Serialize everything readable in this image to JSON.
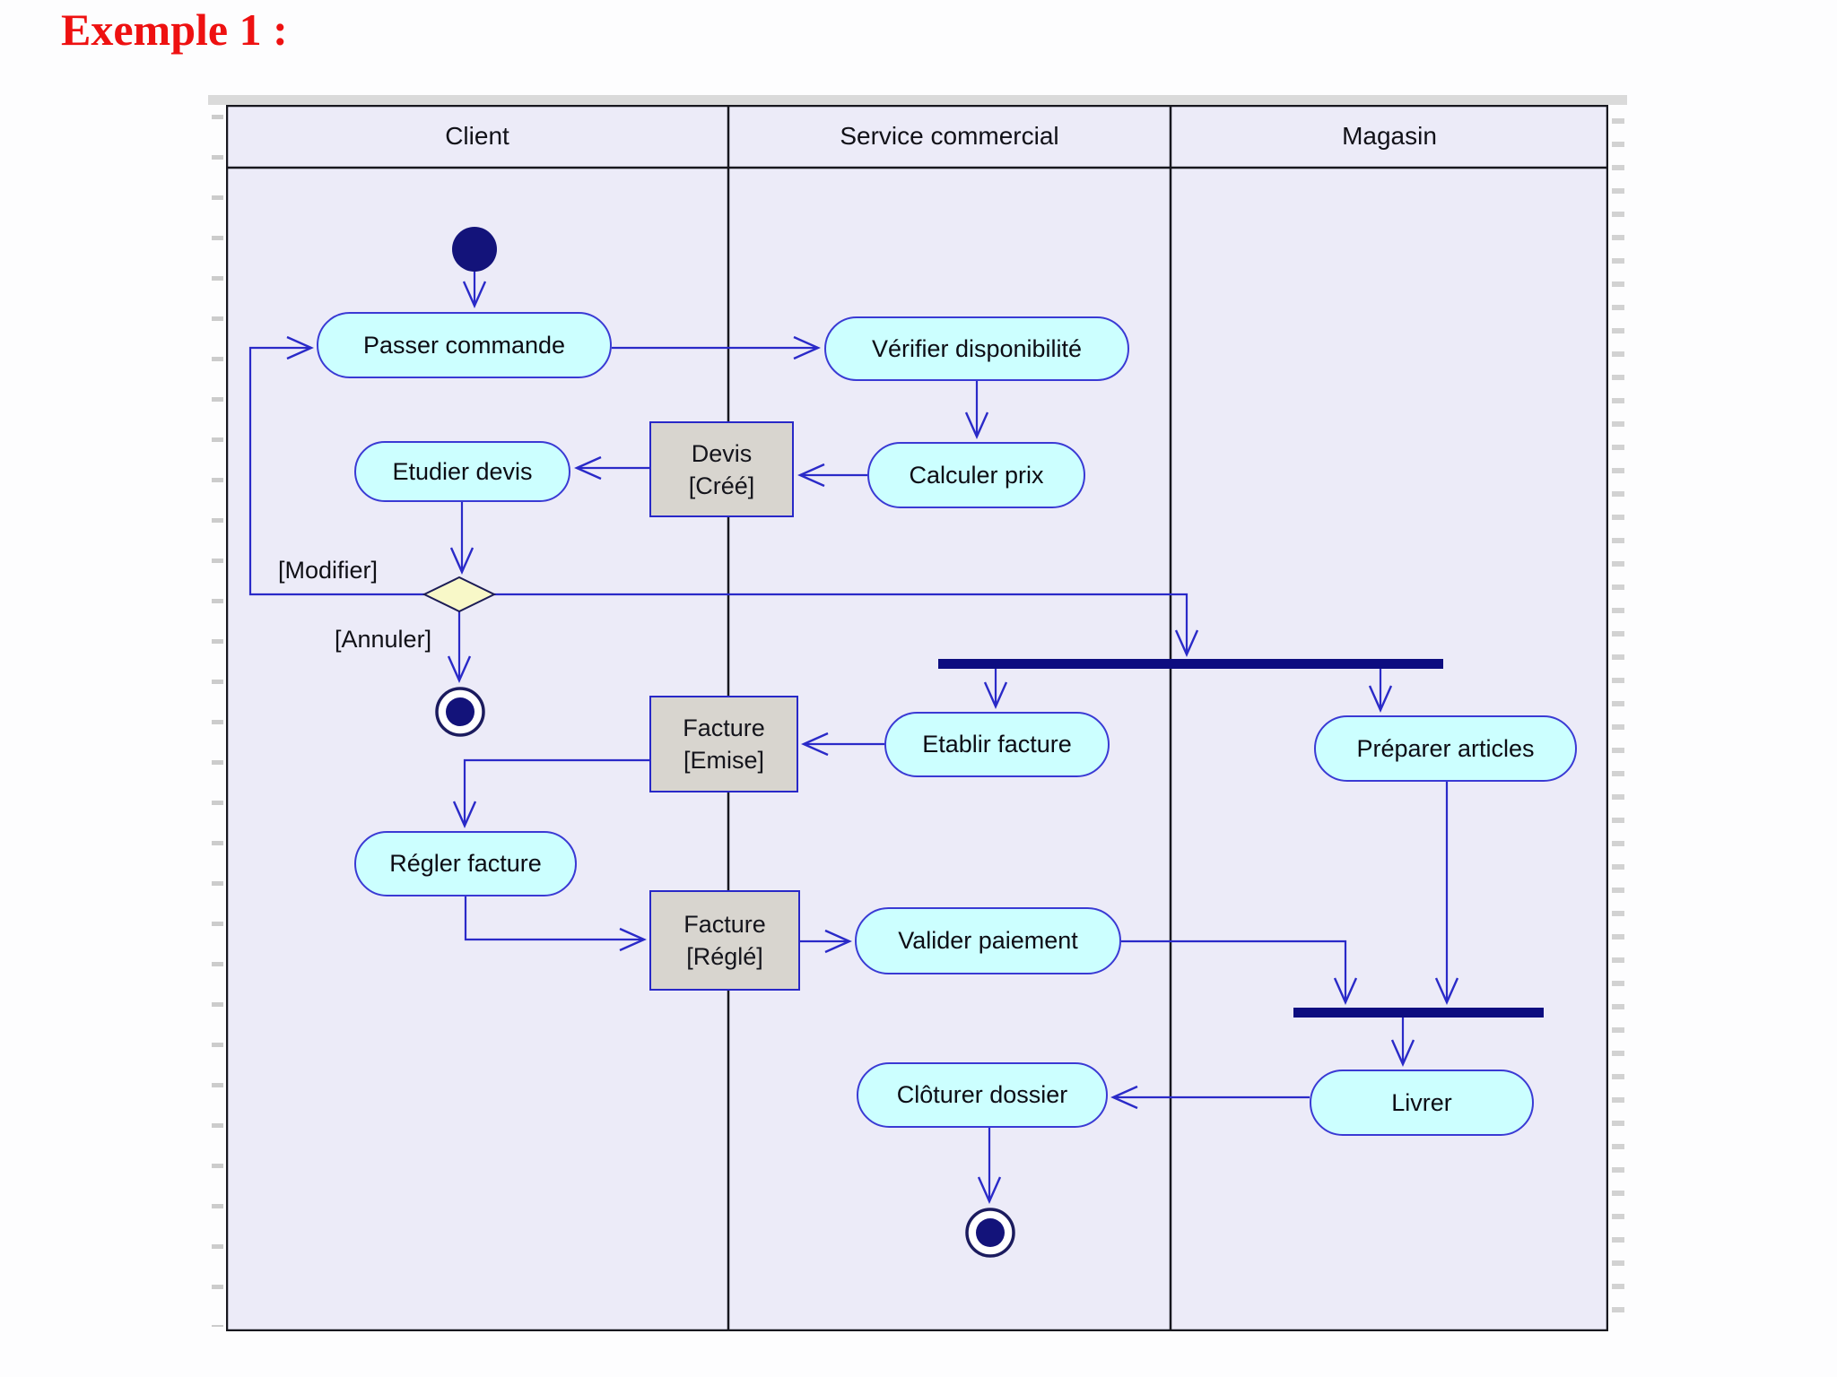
{
  "title": "Exemple 1 :",
  "colors": {
    "title": "#ee1111",
    "lane_background": "#ecebf8",
    "frame_border": "#17171e",
    "activity_fill": "#ccffff",
    "activity_border": "#3a3ad4",
    "object_fill": "#d8d5cf",
    "object_border": "#2828c8",
    "decision_fill": "#f8f8c8",
    "sync_bar": "#0d0d80",
    "edge": "#2a2ac8",
    "start_end_node": "#13137a"
  },
  "diagram": {
    "lanes": [
      {
        "label": "Client"
      },
      {
        "label": "Service commercial"
      },
      {
        "label": "Magasin"
      }
    ],
    "actions": [
      {
        "label": "Passer commande",
        "lane": "Client"
      },
      {
        "label": "Vérifier disponibilité",
        "lane": "Service commercial"
      },
      {
        "label": "Calculer prix",
        "lane": "Service commercial"
      },
      {
        "label": "Etudier devis",
        "lane": "Client"
      },
      {
        "label": "Etablir facture",
        "lane": "Service commercial"
      },
      {
        "label": "Préparer articles",
        "lane": "Magasin"
      },
      {
        "label": "Régler facture",
        "lane": "Client"
      },
      {
        "label": "Valider paiement",
        "lane": "Service commercial"
      },
      {
        "label": "Livrer",
        "lane": "Magasin"
      },
      {
        "label": "Clôturer dossier",
        "lane": "Service commercial"
      }
    ],
    "objects": [
      {
        "name": "Facture",
        "state": "[Emise]"
      },
      {
        "name": "Facture",
        "state": "[Réglé]"
      },
      {
        "name": "Devis",
        "state": "[Créé]"
      }
    ],
    "guards": [
      {
        "label": "[Modifier]"
      },
      {
        "label": "[Annuler]"
      }
    ]
  }
}
